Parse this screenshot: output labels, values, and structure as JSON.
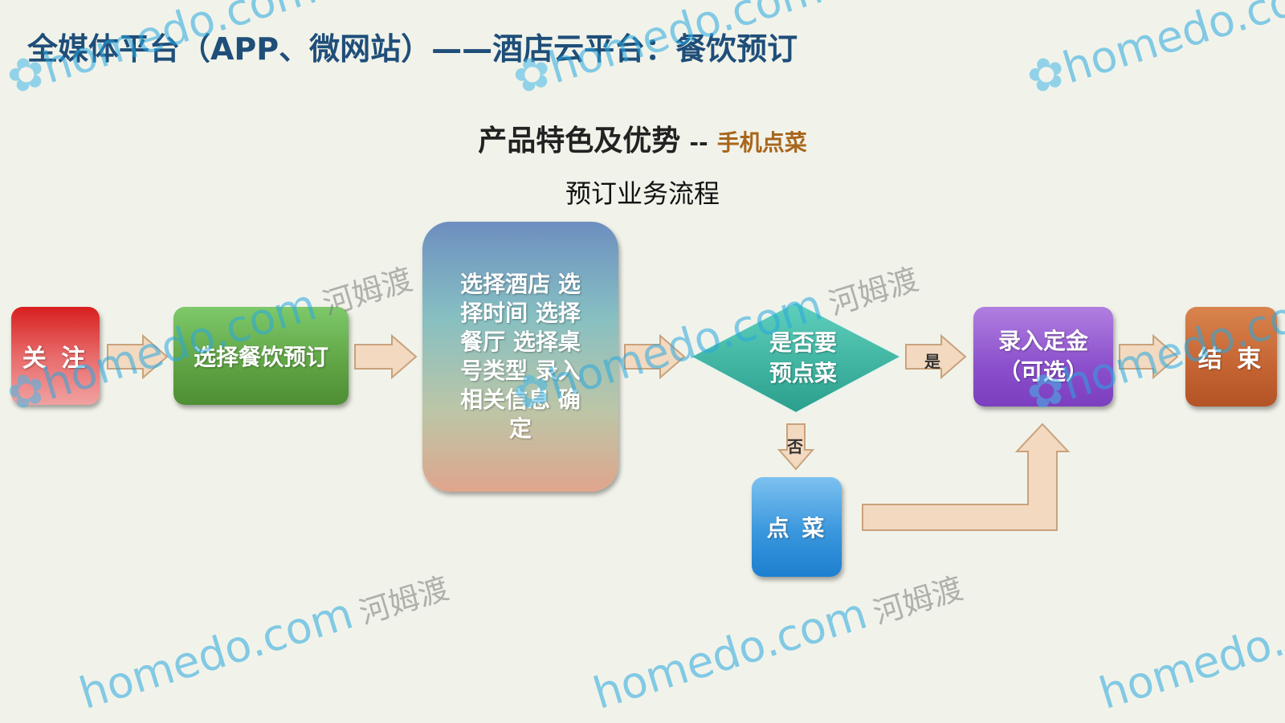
{
  "page": {
    "title": "全媒体平台（APP、微网站）——酒店云平台：餐饮预订",
    "subtitle_main": "产品特色及优势",
    "subtitle_separator": "--",
    "subtitle_highlight": "手机点菜",
    "flow_title": "预订业务流程"
  },
  "flow": {
    "steps": {
      "follow": "关 注",
      "choose_booking": "选择餐饮预订",
      "select_details_lines": [
        "选择酒店 选",
        "择时间 选择",
        "餐厅 选择桌",
        "号类型 录入",
        "相关信息 确",
        "定"
      ],
      "decision_lines": [
        "是否要",
        "预点菜"
      ],
      "order_dishes": "点 菜",
      "deposit_lines": [
        "录入定金",
        "（可选）"
      ],
      "end": "结 束"
    },
    "labels": {
      "yes": "是",
      "no": "否"
    }
  },
  "watermark": {
    "latin": "homedo",
    "domain": ".com",
    "cjk": "河姆渡"
  },
  "colors": {
    "title": "#1f4e79",
    "highlight": "#a8661c",
    "arrow_fill": "#f2d9c0",
    "arrow_stroke": "#c9a27c",
    "diamond": "#3fb8a4",
    "watermark_text": "#29a8e0",
    "watermark_cjk": "#7a7a7a"
  }
}
